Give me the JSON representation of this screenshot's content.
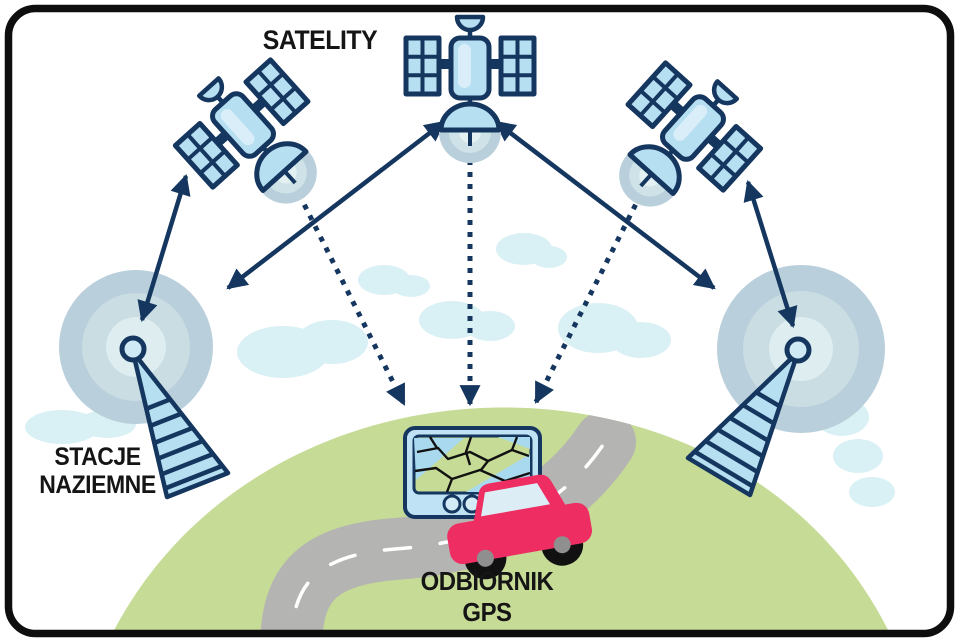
{
  "diagram": {
    "type": "gps-system-diagram",
    "labels": {
      "satellites": "SATELITY",
      "ground_stations": [
        "STACJE",
        "NAZIEMNE"
      ],
      "receiver": [
        "ODBIORNIK",
        "GPS"
      ]
    },
    "components": [
      "satellite-left",
      "satellite-center",
      "satellite-right",
      "ground-station-left",
      "ground-station-right",
      "gps-receiver-device",
      "car",
      "earth-hill",
      "road",
      "clouds"
    ],
    "connections": [
      {
        "from": "satellite-left",
        "to": "ground-station-left",
        "style": "solid-double-arrow"
      },
      {
        "from": "satellite-center",
        "to": "ground-station-left",
        "style": "solid-double-arrow"
      },
      {
        "from": "satellite-center",
        "to": "ground-station-right",
        "style": "solid-double-arrow"
      },
      {
        "from": "satellite-right",
        "to": "ground-station-right",
        "style": "solid-double-arrow"
      },
      {
        "from": "satellite-left",
        "to": "gps-receiver-device",
        "style": "dashed-arrow"
      },
      {
        "from": "satellite-center",
        "to": "gps-receiver-device",
        "style": "dashed-arrow"
      },
      {
        "from": "satellite-right",
        "to": "gps-receiver-device",
        "style": "dashed-arrow"
      }
    ],
    "colors": {
      "outline_navy": "#14365f",
      "fill_light_blue": "#b7dff2",
      "fill_highlight": "#d9eef8",
      "halo_rings": [
        "#b9cfdb",
        "#cfe2e8",
        "#e3f1f3"
      ],
      "cloud": "#d9f0f4",
      "ground_green": "#c6db96",
      "road_gray": "#b4b4b2",
      "road_line_white": "#ffffff",
      "car_pink": "#ee2d63",
      "wheel_hub_gray": "#8f8f8f",
      "screen_wedge_blue": "#a8d9ef",
      "text_black": "#151515",
      "frame_black": "#0e0e0e",
      "background": "#ffffff"
    }
  }
}
